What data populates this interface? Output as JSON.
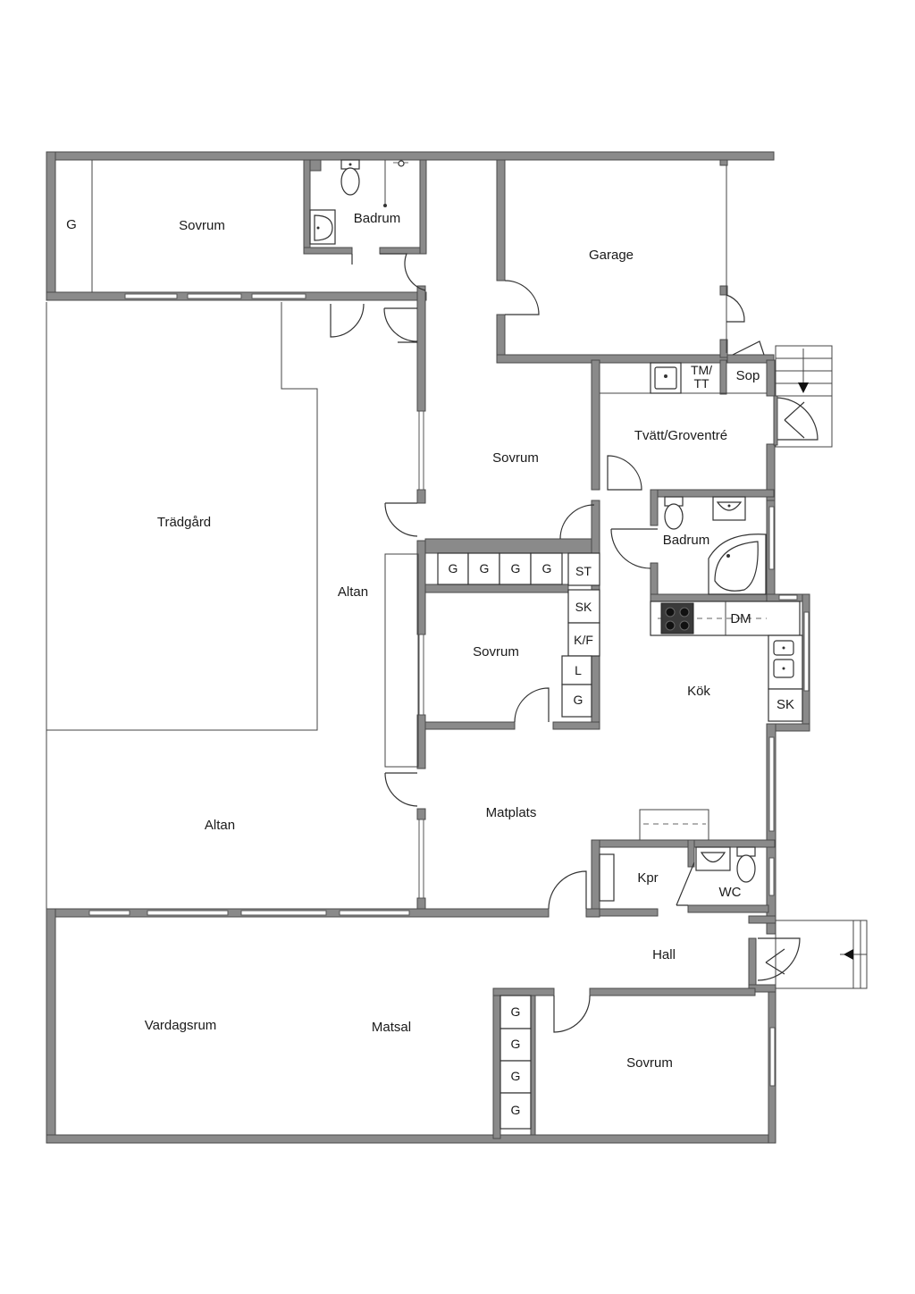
{
  "rooms": {
    "sovrum_top_left": "Sovrum",
    "closet_top_left": "G",
    "badrum_top": "Badrum",
    "garage": "Garage",
    "sovrum_middle": "Sovrum",
    "tm_tt": "TM/\nTT",
    "sop": "Sop",
    "tvatt": "Tvätt/Groventré",
    "badrum_mid": "Badrum",
    "tradgard": "Trädgård",
    "altan_upper": "Altan",
    "altan_lower": "Altan",
    "sovrum_small": "Sovrum",
    "kok": "Kök",
    "dm": "DM",
    "sk_kitchen": "SK",
    "matplats": "Matplats",
    "kpr": "Kpr",
    "wc": "WC",
    "hall": "Hall",
    "vardagsrum": "Vardagsrum",
    "matsal": "Matsal",
    "sovrum_bottom": "Sovrum"
  },
  "storage": {
    "row_g": [
      "G",
      "G",
      "G",
      "G"
    ],
    "column": [
      "ST",
      "SK",
      "K/F",
      "L",
      "G"
    ],
    "bottom_g": [
      "G",
      "G",
      "G",
      "G"
    ]
  },
  "icons": [
    "toilet-icon",
    "sink-icon",
    "shower-icon",
    "bathtub-icon",
    "stove-icon",
    "entrance-arrow-icon",
    "stair-arrow-icon"
  ]
}
